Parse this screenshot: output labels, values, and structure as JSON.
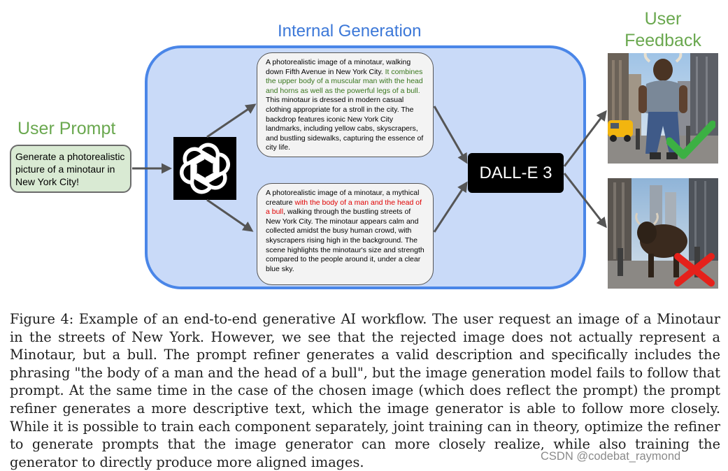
{
  "figure": {
    "user_prompt_title": "User Prompt",
    "user_prompt_text": "Generate a photorealistic picture of a minotaur in New York City!",
    "internal_title": "Internal Generation",
    "user_feedback_title_line1": "User",
    "user_feedback_title_line2": "Feedback",
    "dalle_label": "DALL-E 3",
    "desc_top": {
      "part1": "A photorealistic image of a minotaur, walking down Fifth Avenue in New York City. ",
      "highlight": "It combines the upper body of a muscular man with the head and horns as well as the powerful legs of a bull.",
      "part2": " This minotaur is dressed in modern casual clothing appropriate for a stroll in the city. The backdrop features iconic New York City landmarks, including yellow cabs, skyscrapers, and bustling sidewalks, capturing the essence of city life."
    },
    "desc_bottom": {
      "part1": "A photorealistic image of a minotaur, a mythical creature ",
      "highlight": "with the body of a man and the head of a bull",
      "part2": ", walking through the bustling streets of New York City. The minotaur appears calm and collected amidst the busy human crowd, with skyscrapers rising high in the background. The scene highlights the minotaur's size and strength compared to the people around it, under a clear blue sky."
    },
    "colors": {
      "internal_fill": "#c9daf8",
      "internal_border": "#4a86e8",
      "prompt_fill": "#d9ead3",
      "title_green": "#6aa84f",
      "title_blue": "#3c78d8",
      "highlight_green": "#38761d",
      "highlight_red": "#e00000",
      "check_green": "#3cb043",
      "cross_red": "#e5211b"
    },
    "icons": {
      "logo": "openai-logo-icon",
      "accepted": "checkmark-icon",
      "rejected": "cross-icon"
    }
  },
  "caption": "Figure 4: Example of an end-to-end generative AI workflow. The user request an image of a Minotaur in the streets of New York. However, we see that the rejected image does not actually represent a Minotaur, but a bull. The prompt refiner generates a valid description and specifically includes the phrasing \"the body of a man and the head of a bull\", but the image generation model fails to follow that prompt. At the same time in the case of the chosen image (which does reflect the prompt) the prompt refiner generates a more descriptive text, which the image generator is able to follow more closely. While it is possible to train each component separately, joint training can in theory, optimize the refiner to generate prompts that the image generator can more closely realize, while also training the generator to directly produce more aligned images.",
  "watermark": "CSDN @codebat_raymond"
}
